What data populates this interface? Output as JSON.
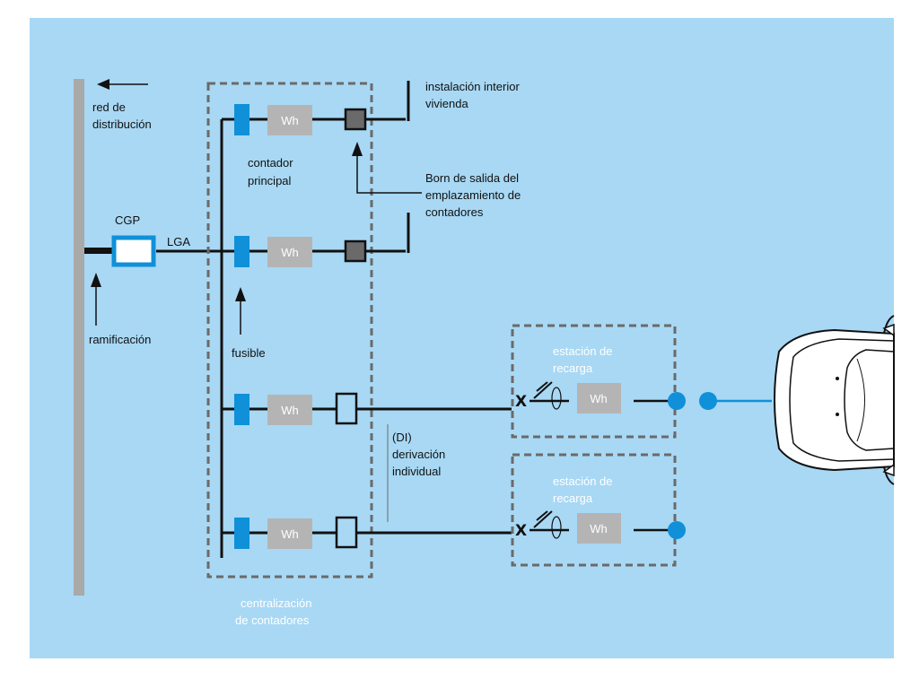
{
  "labels": {
    "red_line1": "red de",
    "red_line2": "distribución",
    "cgp": "CGP",
    "lga": "LGA",
    "ramificacion": "ramificación",
    "contador_line1": "contador",
    "contador_line2": "principal",
    "fusible": "fusible",
    "instalacion_line1": "instalación interior",
    "instalacion_line2": "vivienda",
    "born_line1": "Born de salida del",
    "born_line2": "emplazamiento de",
    "born_line3": "contadores",
    "di_line1": "(DI)",
    "di_line2": "derivación",
    "di_line3": "individual",
    "estacion1_line1": "estación de",
    "estacion1_line2": "recarga",
    "estacion2_line1": "estación de",
    "estacion2_line2": "recarga",
    "central_line1": "centralización",
    "central_line2": "de contadores"
  },
  "meters": {
    "row1": "Wh",
    "row2": "Wh",
    "row3": "Wh",
    "row4": "Wh",
    "station1": "Wh",
    "station2": "Wh"
  },
  "colors": {
    "background": "#a8d8f4",
    "fuse": "#1090d8",
    "meter": "#b4b4b4",
    "terminal": "#6a6a6a",
    "distribution_bar": "#a9a9a9",
    "dashed_border": "#6a6a6a",
    "line": "#111111"
  }
}
